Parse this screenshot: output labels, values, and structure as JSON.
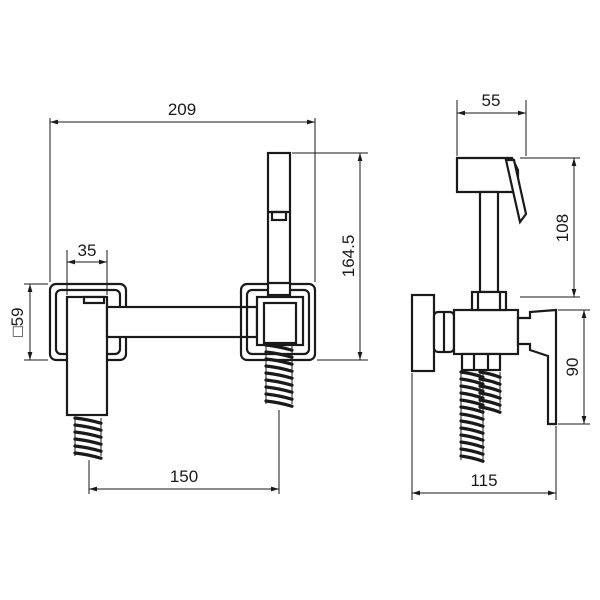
{
  "front_view": {
    "dim_total_width": "209",
    "dim_body_width": "35",
    "dim_square": "□59",
    "dim_height": "164.5",
    "dim_spacing": "150"
  },
  "side_view": {
    "dim_head": "55",
    "dim_head_height": "108",
    "dim_lever": "90",
    "dim_depth": "115"
  }
}
